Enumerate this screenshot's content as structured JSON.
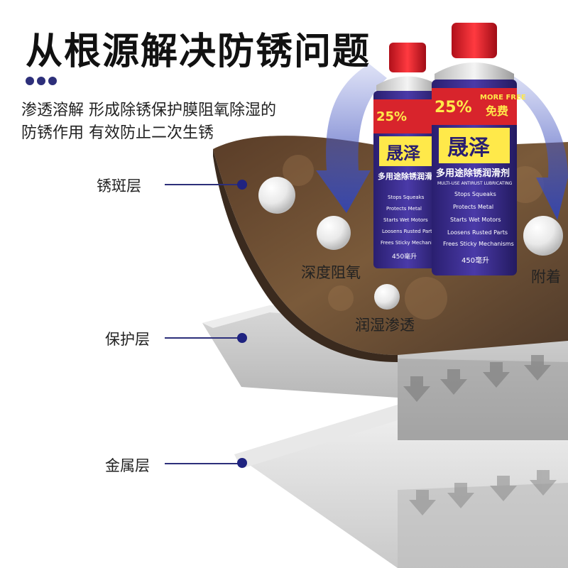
{
  "title": "从根源解决防锈问题",
  "description": {
    "line1": "渗透溶解 形成除锈保护膜阻氧除湿的",
    "line2": "防锈作用 有效防止二次生锈"
  },
  "layers": {
    "rust": "锈斑层",
    "protect": "保护层",
    "metal": "金属层"
  },
  "bubbles": {
    "deep": "深度阻氧",
    "attach": "附着",
    "wet": "润湿渗透"
  },
  "product": {
    "promo_percent": "25%",
    "promo_more": "MORE FREE",
    "promo_free": "免费",
    "brand": "晟泽",
    "name_cn": "多用途除锈润滑剂",
    "name_en": "MULTI-USE ANTIRUST LUBRICATING",
    "feature1": "Stops Squeaks",
    "feature2": "Protects Metal",
    "feature3": "Starts Wet Motors",
    "feature4": "Loosens Rusted Parts",
    "feature5": "Frees Sticky Mechanisms",
    "volume": "450毫升"
  },
  "colors": {
    "accent": "#2d2f7a",
    "rust": "#6b4a2e",
    "can_blue": "#3a2f8f",
    "can_red": "#d8242c"
  }
}
